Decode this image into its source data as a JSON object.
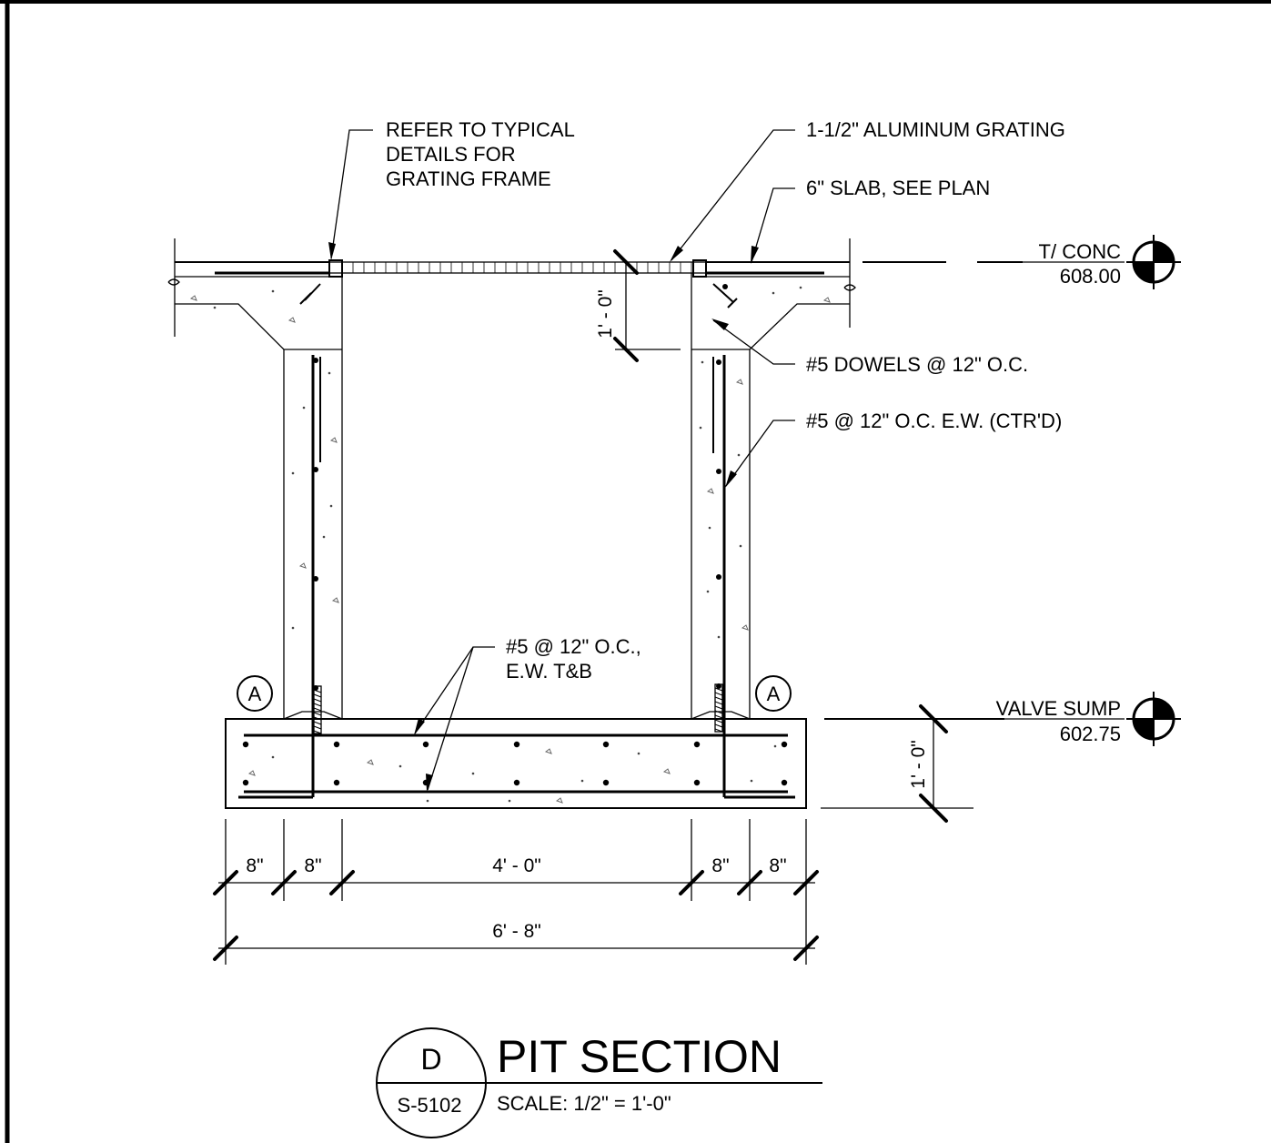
{
  "title": {
    "detail_letter": "D",
    "sheet": "S-5102",
    "name": "PIT SECTION",
    "scale": "SCALE:  1/2\" = 1'-0\""
  },
  "notes": {
    "grating_frame": [
      "REFER TO TYPICAL",
      "DETAILS FOR",
      "GRATING FRAME"
    ],
    "grating": "1-1/2\" ALUMINUM GRATING",
    "slab": "6\" SLAB, SEE PLAN",
    "dowels": "#5 DOWELS @ 12\" O.C.",
    "wall_rebar": "#5 @ 12\" O.C. E.W. (CTR'D)",
    "base_rebar": [
      "#5 @ 12\" O.C.,",
      "E.W. T&B"
    ]
  },
  "elevations": {
    "top": {
      "label": "T/ CONC",
      "value": "608.00"
    },
    "sump": {
      "label": "VALVE SUMP",
      "value": "602.75"
    }
  },
  "dimensions": {
    "grating_depth": "1' - 0\"",
    "base_thickness": "1' - 0\"",
    "segments": [
      "8\"",
      "8\"",
      "4' - 0\"",
      "8\"",
      "8\""
    ],
    "overall": "6' - 8\""
  },
  "callouts": {
    "left": "A",
    "right": "A"
  }
}
